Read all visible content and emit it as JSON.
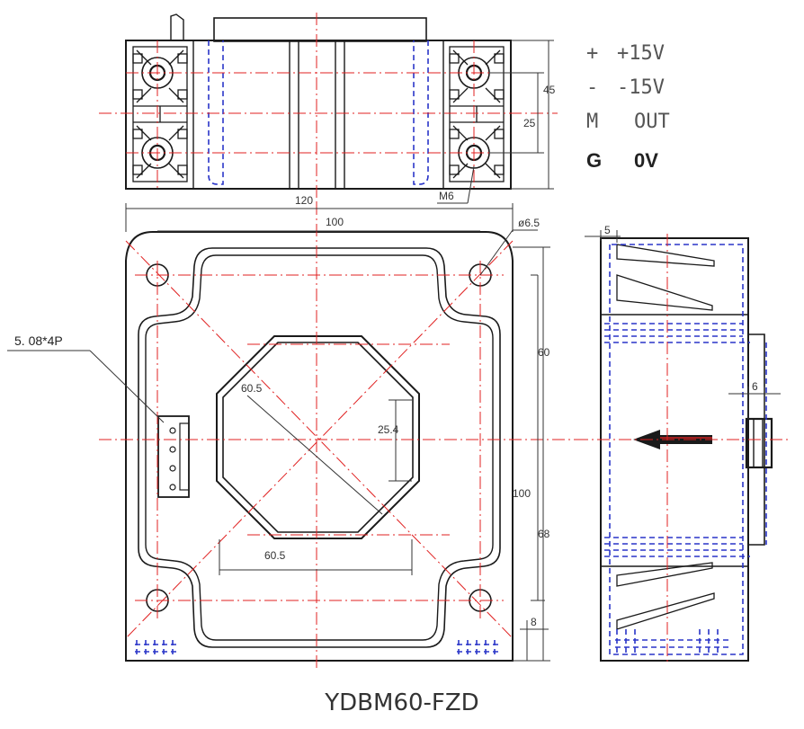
{
  "model": "YDBM60-FZD",
  "pins": [
    {
      "symbol": "+",
      "signal": "+15V",
      "bold": false
    },
    {
      "symbol": "-",
      "signal": "-15V",
      "bold": false
    },
    {
      "symbol": "M",
      "signal": "OUT",
      "bold": false
    },
    {
      "symbol": "G",
      "signal": "0V",
      "bold": true
    }
  ],
  "connector_label": "5. 08*4P",
  "top_view": {
    "dim_height": "45",
    "dim_pitch": "25",
    "thread": "M6"
  },
  "front_view": {
    "dim_width": "120",
    "dim_hole_pitch": "100",
    "dim_hole_dia": "ø6.5",
    "dim_window_diag": "60.5",
    "dim_window_width": "60.5",
    "dim_connector": "25.4",
    "dim_upper": "60",
    "dim_lower": "68",
    "dim_height_pitch": "100",
    "dim_base": "8"
  },
  "side_view": {
    "dim_top": "5",
    "dim_boss": "6"
  },
  "colors": {
    "outline": "#1a1a1a",
    "centerline": "#e02020",
    "hidden": "#2a35c8"
  }
}
